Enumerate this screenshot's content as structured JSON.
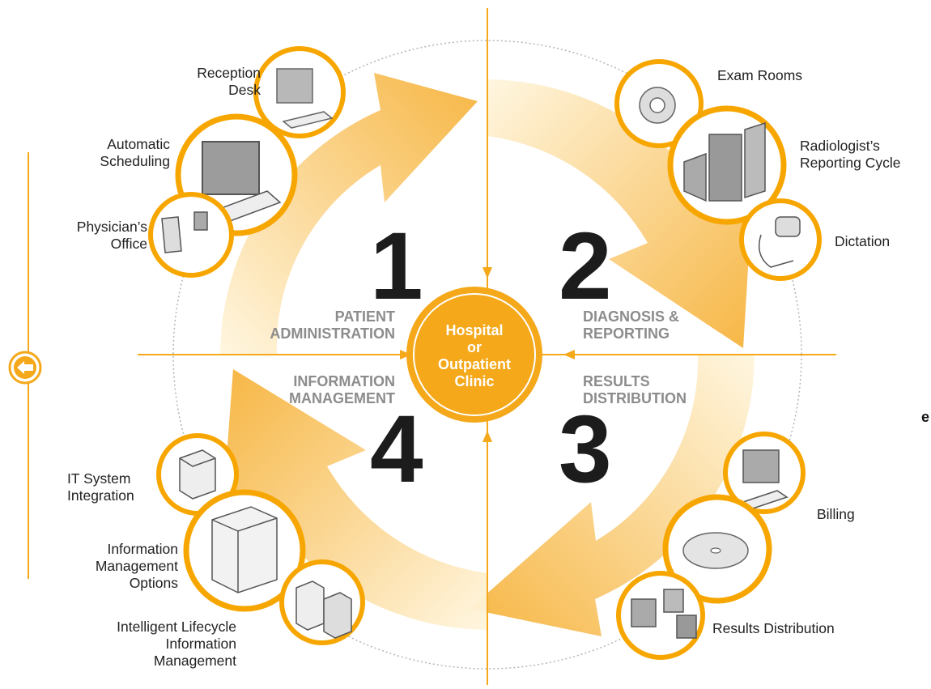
{
  "center": {
    "line1": "Hospital",
    "line2": "or",
    "line3": "Outpatient",
    "line4": "Clinic"
  },
  "phases": {
    "p1": {
      "number": "1",
      "line1": "PATIENT",
      "line2": "ADMINISTRATION"
    },
    "p2": {
      "number": "2",
      "line1": "DIAGNOSIS &",
      "line2": "REPORTING"
    },
    "p3": {
      "number": "3",
      "line1": "RESULTS",
      "line2": "DISTRIBUTION"
    },
    "p4": {
      "number": "4",
      "line1": "INFORMATION",
      "line2": "MANAGEMENT"
    }
  },
  "stations": {
    "reception": "Reception\nDesk",
    "scheduling": "Automatic\nScheduling",
    "physician": "Physician’s\nOffice",
    "exam": "Exam Rooms",
    "radiologist": "Radiologist’s\nReporting Cycle",
    "dictation": "Dictation",
    "billing": "Billing",
    "results": "Results Distribution",
    "it": "IT System\nIntegration",
    "infomgmt": "Information\nManagement\nOptions",
    "lifecycle": "Intelligent Lifecycle\nInformation\nManagement"
  },
  "edge_text": "e",
  "colors": {
    "accent": "#f4a81a",
    "arrow_light": "#fbd98c",
    "ring": "#f7a600"
  }
}
